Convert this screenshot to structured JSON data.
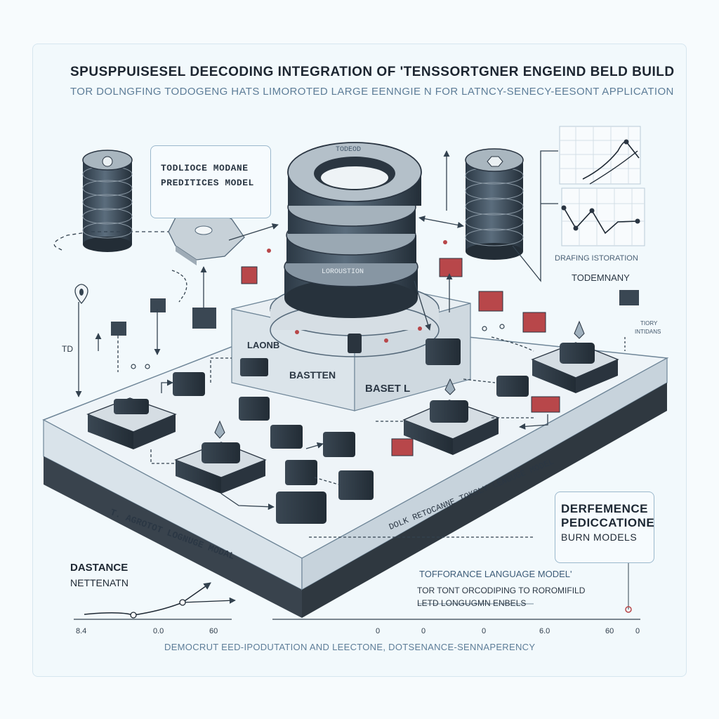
{
  "title": "SPUSPPUISESEL DEECODING INTEGRATION OF 'TENSSORTGNER ENGEIND BELD BUILDER",
  "subtitle": "TOR DOLNGFING TODOGENG HATS LIMOROTED LARGE EENNGIE N FOR LATNCY-SENECY-EESONT APPLICATIONS.",
  "callouts": {
    "top_left": [
      "TODLIOCE MODANE",
      "PREDITICES MODEL"
    ],
    "right": [
      "DERFEMENCE",
      "PEDICCATIONE",
      "BURN MODELS"
    ]
  },
  "labels": {
    "drafting": "DRAFING ISTORATION",
    "todemnany": "TODEMNANY",
    "tiny_note": [
      "TIORY",
      "INTIDANS"
    ],
    "base_left": "LAONB",
    "base_center": "BASTTEN",
    "base_right": "BASET L",
    "platform_left": "T. AGROTOT LOGNUGE MODAL",
    "platform_right": "DOLK RETOCANNE TOKSLY LENGUGE MODEL",
    "ring_tag_1": "TODEOD",
    "ring_tag_2": "LOROUSTION",
    "left_arrow_tag": "TD",
    "distance_title": [
      "DASTANCE",
      "NETTENATN"
    ],
    "perf_title": "TOFFORANCE LANGUAGE MODEL'",
    "perf_sub": [
      "TOR TONT ORCODIPING TO ROROMIFILD",
      "LETD LONGUGMN ENBELS"
    ],
    "bottom_caption": "DEMOCRUT EED-IPODUTATION AND LEECTONE, DOTSENANCE-SENNAPERENCY"
  },
  "ticks": {
    "left": [
      "8.4",
      "0.0",
      "60"
    ],
    "right": [
      "0",
      "0",
      "0",
      "6.0",
      "60",
      "0"
    ]
  },
  "colors": {
    "accent": "#b8474a",
    "ink": "#2a3542",
    "line": "#5a7186",
    "panel": "#e8f1f6"
  }
}
